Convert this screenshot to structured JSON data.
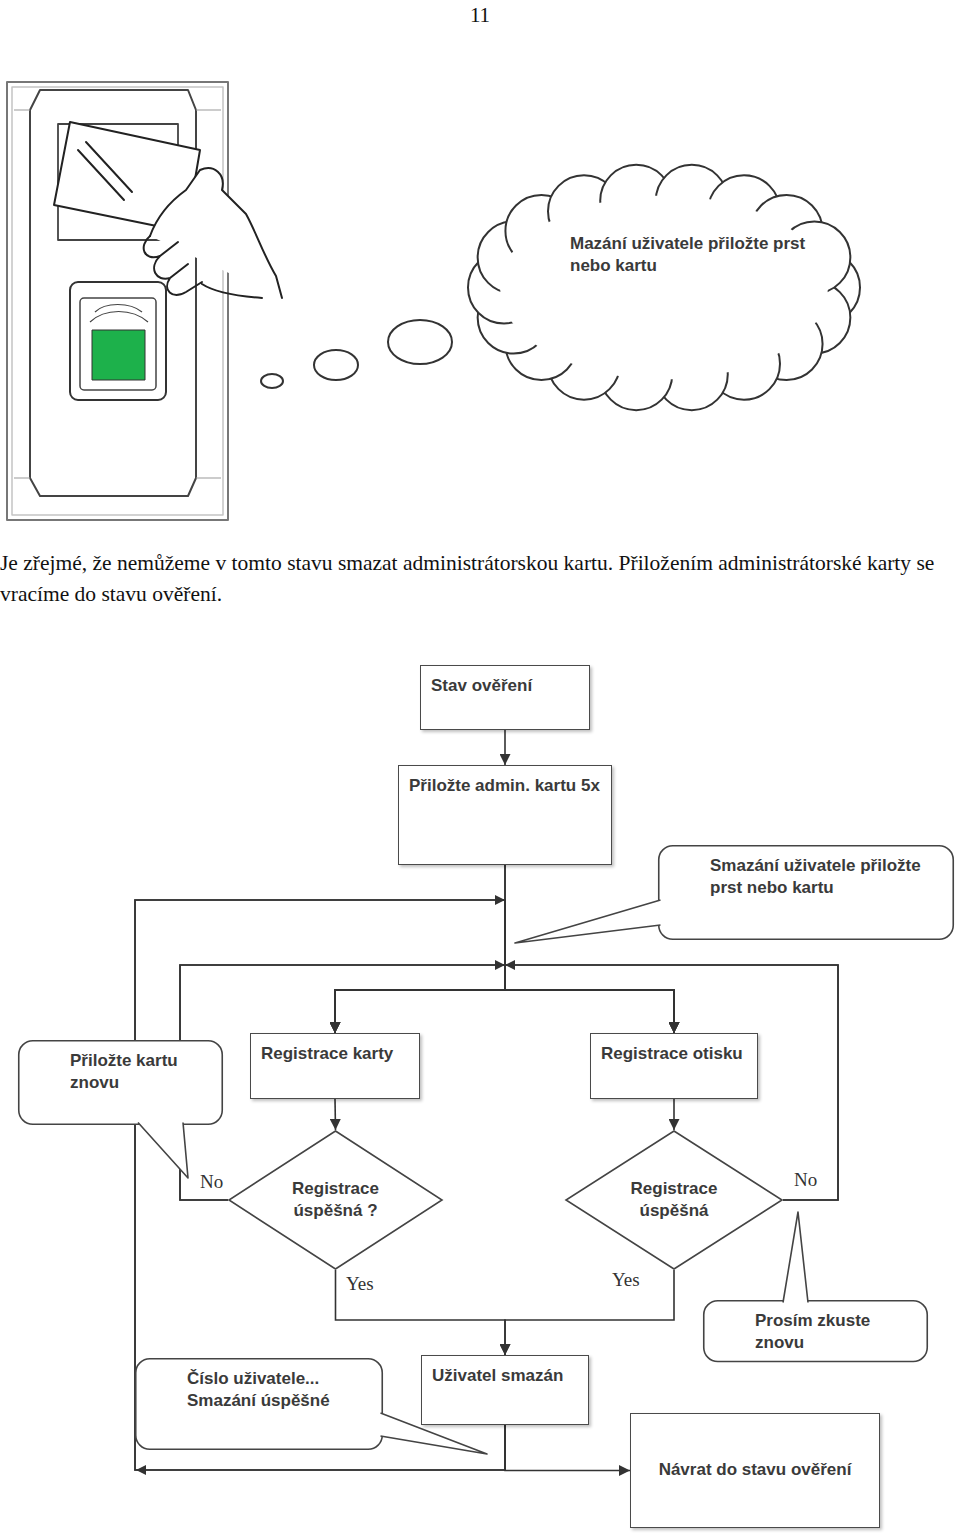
{
  "diagram": {
    "nodes": [
      {
        "text": [
          "Mazání uživatele přiložte prst nebo kartu"
        ]
      },
      {
        "text": [
          "Stav ověření"
        ]
      },
      {
        "text": [
          "Přiložte admin. kartu 5x"
        ]
      },
      {
        "text": [
          "Smazání uživatele přiložte prst nebo kartu"
        ]
      },
      {
        "text": [
          "Přiložte kartu znovu"
        ]
      },
      {
        "text": [
          "Registrace karty"
        ]
      },
      {
        "text": [
          "Registrace otisku"
        ]
      },
      {
        "text": [
          "Registrace úspěšná ?"
        ]
      },
      {
        "text": [
          "Registrace úspěšná"
        ]
      },
      {
        "text": [
          "Prosím zkuste znovu"
        ]
      },
      {
        "text": [
          "Číslo uživatele... Smazání úspěšné"
        ]
      },
      {
        "text": [
          "Uživatel smazán"
        ]
      },
      {
        "text": [
          "Návrat do stavu ověření"
        ]
      }
    ],
    "edges": [
      {
        "from": 1,
        "to": 2,
        "arrow": "to"
      },
      {
        "from": 2,
        "to": 5,
        "arrow": "to"
      },
      {
        "from": 2,
        "to": 6,
        "arrow": "to"
      },
      {
        "from": 5,
        "to": 7,
        "arrow": "to"
      },
      {
        "from": 6,
        "to": 8,
        "arrow": "to"
      },
      {
        "from": 7,
        "to": 5,
        "label": "No",
        "arrow": "to"
      },
      {
        "from": 7,
        "to": 6,
        "arrow": "to"
      },
      {
        "from": 8,
        "to": 5,
        "label": "No",
        "arrow": "to"
      },
      {
        "from": 8,
        "to": 6,
        "arrow": "to"
      },
      {
        "from": 7,
        "to": 11,
        "label": "Yes",
        "arrow": "to"
      },
      {
        "from": 8,
        "to": 11,
        "label": "Yes",
        "arrow": "to"
      },
      {
        "from": 11,
        "to": 12,
        "arrow": "to"
      },
      {
        "from": 11,
        "to": 5,
        "arrow": "to"
      },
      {
        "from": 11,
        "to": 6,
        "arrow": "to"
      }
    ],
    "labels": [
      "11",
      "Je zřejmé, že nemůžeme v tomto stavu smazat administrátorskou kartu. Přiložením administrátorské karty se vracíme do stavu ověření."
    ]
  }
}
